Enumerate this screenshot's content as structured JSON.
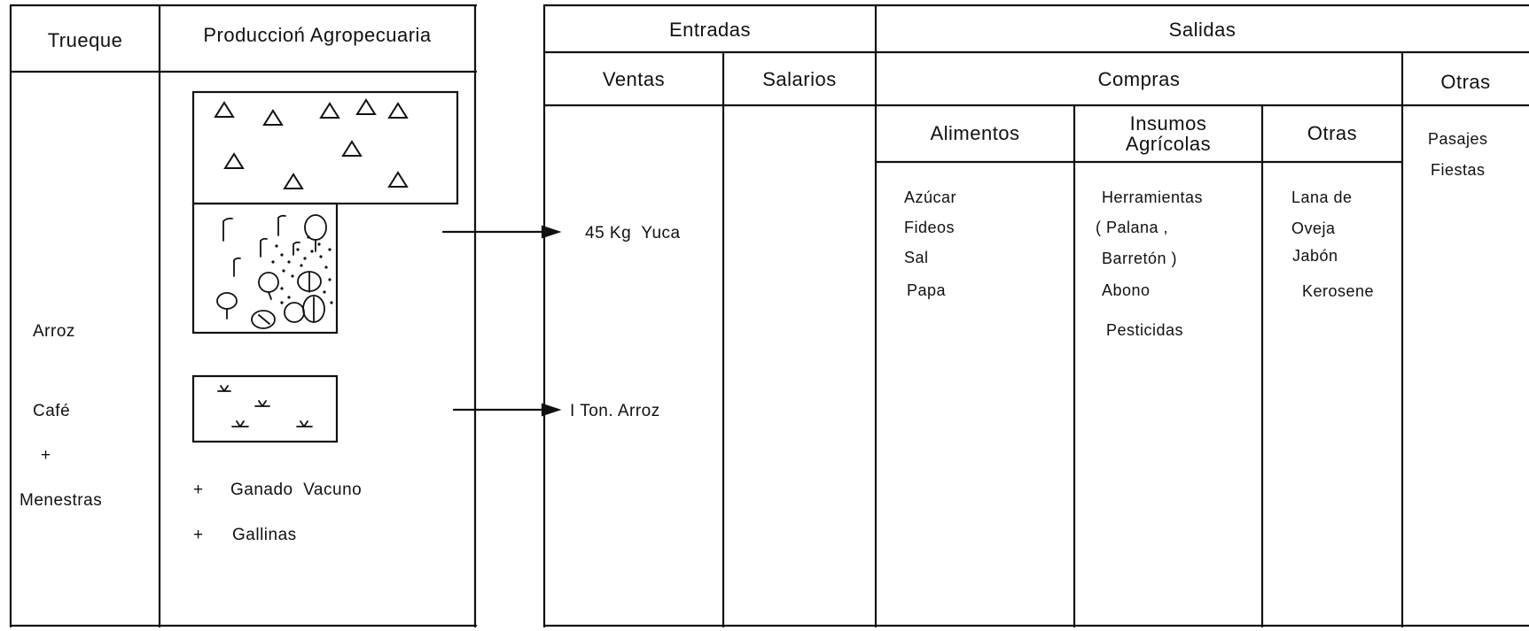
{
  "left_table": {
    "headers": {
      "trueque": "Trueque",
      "produccion": "Produccioń Agropecuaria"
    },
    "trueque_items": [
      "Arroz",
      "Café",
      "+",
      "Menestras"
    ],
    "livestock": [
      {
        "mark": "+",
        "label": "Ganado  Vacuno"
      },
      {
        "mark": "+",
        "label": "Gallinas"
      }
    ]
  },
  "right_table": {
    "entradas": {
      "header": "Entradas",
      "ventas": {
        "header": "Ventas",
        "items": [
          "45 Kg  Yuca",
          "I Ton. Arroz"
        ]
      },
      "salarios": {
        "header": "Salarios",
        "items": []
      }
    },
    "salidas": {
      "header": "Salidas",
      "compras": {
        "header": "Compras",
        "alimentos": {
          "header": "Alimentos",
          "items": [
            "Azúcar",
            "Fideos",
            "Sal",
            "Papa"
          ]
        },
        "insumos": {
          "header": "Insumos Agrícolas",
          "items": [
            "Herramientas",
            "( Palana ,",
            "Barretón )",
            "Abono",
            "Pesticidas"
          ]
        },
        "otras": {
          "header": "Otras",
          "items": [
            "Lana de",
            "Oveja",
            "Jabón",
            "Kerosene"
          ]
        }
      },
      "otras": {
        "header": "Otras",
        "items": [
          "Pasajes",
          "Fiestas"
        ]
      }
    }
  }
}
